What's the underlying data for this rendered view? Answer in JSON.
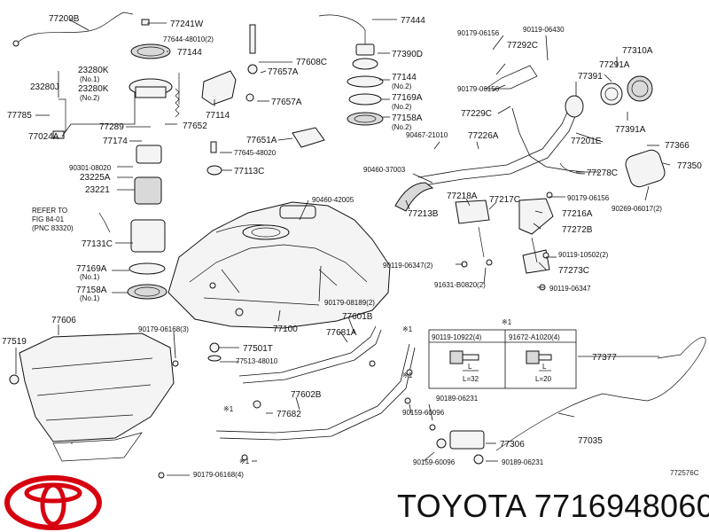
{
  "colors": {
    "logo_red": "#d7000f",
    "ink": "#111111"
  },
  "labels": {
    "p77209B": "77209B",
    "p77241W": "77241W",
    "p77644_48010": "77644-48010(2)",
    "p77144a": "77144",
    "p23280K_1": "23280K",
    "n_no1a": "(No.1)",
    "p23280J": "23280J",
    "p23280K_2": "23280K",
    "n_no2a": "(No.2)",
    "p77785": "77785",
    "p77024A": "77024A",
    "p77289": "77289",
    "p77652": "77652",
    "p77174": "77174",
    "p77114": "77114",
    "p77608C": "77608C",
    "p77657A_1": "77657A",
    "p77657A_2": "77657A",
    "p77651A": "77651A",
    "p77645_48020": "77645-48020",
    "p77113C": "77113C",
    "p90301_08020": "90301-08020",
    "p23225A": "23225A",
    "p23221": "23221",
    "ref1": "REFER TO",
    "ref2": "FIG 84-01",
    "ref3": "(PNC 83320)",
    "p77131C": "77131C",
    "p77169A_b": "77169A",
    "n_no1b": "(No.1)",
    "p77158A_b": "77158A",
    "n_no1c": "(No.1)",
    "p77444": "77444",
    "p77390D": "77390D",
    "p77144b": "77144",
    "n_no2b": "(No.2)",
    "p77169A_a": "77169A",
    "n_no2c": "(No.2)",
    "p77158A_a": "77158A",
    "n_no2d": "(No.2)",
    "p90460_42005": "90460-42005",
    "p90179_06156a": "90179-06156",
    "p90119_06430": "90119-06430",
    "p77292C": "77292C",
    "p77310A": "77310A",
    "p77291A": "77291A",
    "p77391": "77391",
    "p90179_06156b": "90179-06156",
    "p77229C": "77229C",
    "p77391A": "77391A",
    "p90467_21010": "90467-21010",
    "p77226A": "77226A",
    "p77201E": "77201E",
    "p77366": "77366",
    "p90460_37003": "90460-37003",
    "p77278C": "77278C",
    "p77350": "77350",
    "p77218A": "77218A",
    "p77217C": "77217C",
    "p90179_06156c": "90179-06156",
    "p90269_06017": "90269-06017(2)",
    "p77213B": "77213B",
    "p77216A": "77216A",
    "p77272B": "77272B",
    "p90119_10502": "90119-10502(2)",
    "p90119_06347": "90119-06347(2)",
    "p77273C": "77273C",
    "p91631_B0820": "91631-B0820(2)",
    "p90119_06347b": "90119-06347",
    "p90179_08189": "90179-08189(2)",
    "p77100": "77100",
    "p77606": "77606",
    "p77519": "77519",
    "p90179_06168_3": "90179-06168(3)",
    "p77601B": "77601B",
    "p77681A": "77681A",
    "star1a": "※1",
    "p77501T": "77501T",
    "p77513_48010": "77513-48010",
    "p77602B": "77602B",
    "star1b": "※1",
    "p77682": "77682",
    "star1c": "※1",
    "star1d": "※1",
    "p90189_06231a": "90189-06231",
    "p90159_60096a": "90159-60096",
    "p77306": "77306",
    "p90159_60096b": "90159-60096",
    "p90189_06231b": "90189-06231",
    "p77377": "77377",
    "p77035": "77035",
    "p90179_06168_4": "90179-06168(4)",
    "diag_id": "772576C"
  },
  "box": {
    "star": "※1",
    "col1": "90119-10922(4)",
    "col2": "91672-A1020(4)",
    "len1": "L=32",
    "len2": "L=20",
    "dim": "L"
  },
  "footer": {
    "text": "TOYOTA 7716948060"
  }
}
